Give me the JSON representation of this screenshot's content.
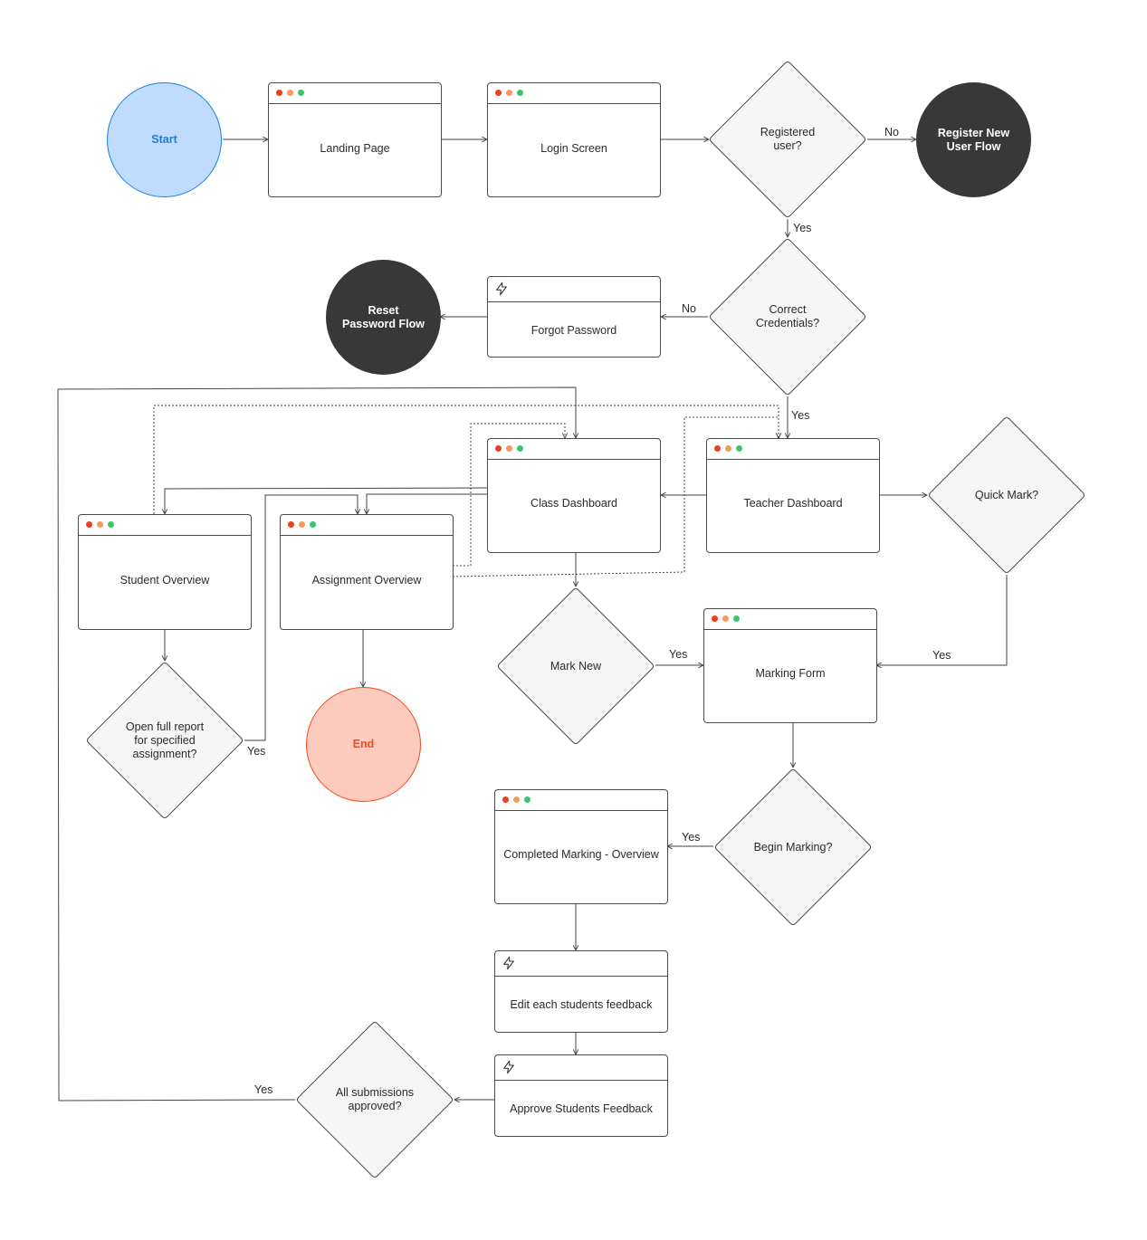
{
  "colors": {
    "start_fill": "#bfdbfe",
    "start_stroke": "#1a7fe0",
    "end_fill": "#fdcbbd",
    "end_stroke": "#ef4b22",
    "dark_node": "#383838",
    "dot_red": "#ee3d1f",
    "dot_orange": "#f59a5a",
    "dot_green": "#3ec46d"
  },
  "nodes": {
    "start": "Start",
    "end": "End",
    "register": "Register New\nUser Flow",
    "reset": "Reset\nPassword Flow",
    "landing": "Landing Page",
    "login": "Login Screen",
    "forgot": "Forgot Password",
    "class_dashboard": "Class Dashboard",
    "teacher_dashboard": "Teacher Dashboard",
    "student_overview": "Student Overview",
    "assignment_overview": "Assignment Overview",
    "marking_form": "Marking Form",
    "completed_marking": "Completed Marking - Overview",
    "edit_feedback": "Edit each students feedback",
    "approve_feedback": "Approve Students Feedback"
  },
  "decisions": {
    "registered": "Registered\nuser?",
    "credentials": "Correct\nCredentials?",
    "quick_mark": "Quick Mark?",
    "mark_new": "Mark New",
    "open_report": "Open full report\nfor specified\nassignment?",
    "begin_marking": "Begin Marking?",
    "all_approved": "All submissions\napproved?"
  },
  "edge_labels": {
    "registered_no": "No",
    "registered_yes": "Yes",
    "credentials_no": "No",
    "credentials_yes": "Yes",
    "mark_new_yes": "Yes",
    "quick_mark_yes": "Yes",
    "open_report_yes": "Yes",
    "begin_marking_yes": "Yes",
    "all_approved_yes": "Yes"
  },
  "icons": {
    "window_dots": "window-dots-icon",
    "bolt": "lightning-bolt-icon"
  }
}
